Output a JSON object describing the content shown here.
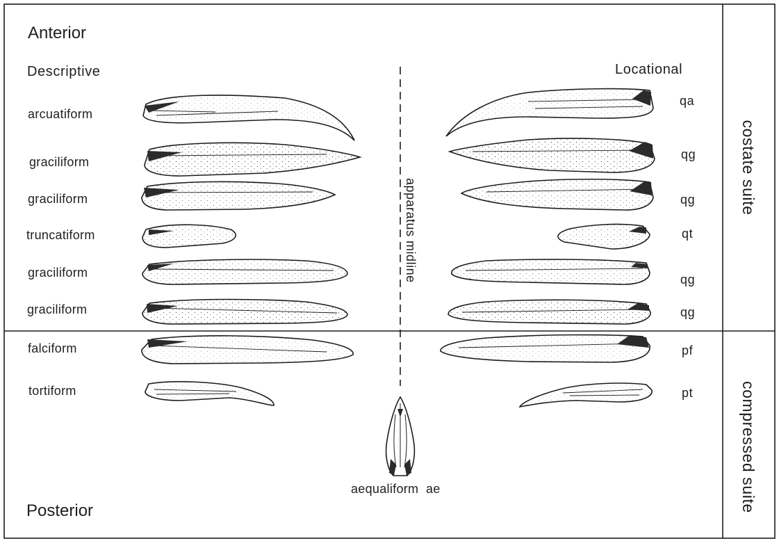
{
  "headings": {
    "anterior": "Anterior",
    "posterior": "Posterior",
    "descriptive": "Descriptive",
    "locational": "Locational"
  },
  "midline_label": "apparatus midline",
  "elements_left": [
    {
      "label": "arcuatiform",
      "shape": "arched-blade"
    },
    {
      "label": "graciliform",
      "shape": "pointed-blade"
    },
    {
      "label": "graciliform",
      "shape": "pointed-blade"
    },
    {
      "label": "truncatiform",
      "shape": "short-blade"
    },
    {
      "label": "graciliform",
      "shape": "long-blade"
    },
    {
      "label": "graciliform",
      "shape": "long-blade"
    },
    {
      "label": "falciform",
      "shape": "broad-blade"
    },
    {
      "label": "tortiform",
      "shape": "twisted-blade"
    }
  ],
  "elements_right": [
    {
      "label": "qa",
      "shape": "arched-blade"
    },
    {
      "label": "qg",
      "shape": "pointed-blade"
    },
    {
      "label": "qg",
      "shape": "pointed-blade"
    },
    {
      "label": "qt",
      "shape": "short-blade"
    },
    {
      "label": "qg",
      "shape": "long-blade"
    },
    {
      "label": "qg",
      "shape": "long-blade"
    },
    {
      "label": "pf",
      "shape": "broad-blade"
    },
    {
      "label": "pt",
      "shape": "twisted-blade"
    }
  ],
  "center_element": {
    "label": "aequaliform  ae",
    "shape": "symmetric-spindle"
  },
  "suites": {
    "costate": "costate suite",
    "compressed": "compressed suite"
  },
  "colors": {
    "ink": "#1c1c1c",
    "tip_fill": "#2b2b2b",
    "paper": "#ffffff"
  }
}
